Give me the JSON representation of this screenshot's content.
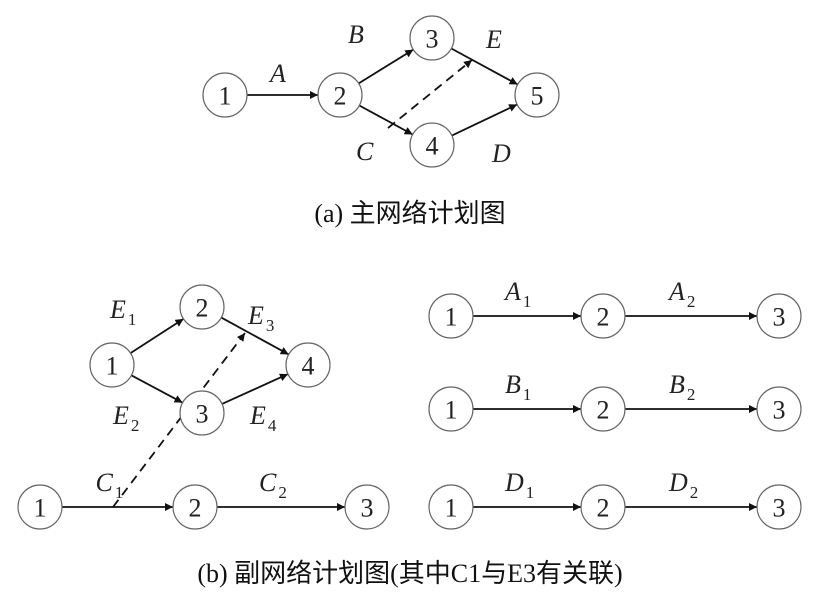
{
  "diagram_a": {
    "caption": "(a) 主网络计划图",
    "nodes": [
      "1",
      "2",
      "3",
      "4",
      "5"
    ],
    "edges": [
      {
        "from": "1",
        "to": "2",
        "label": "A",
        "sub": ""
      },
      {
        "from": "2",
        "to": "3",
        "label": "B",
        "sub": ""
      },
      {
        "from": "2",
        "to": "4",
        "label": "C",
        "sub": ""
      },
      {
        "from": "3",
        "to": "5",
        "label": "E",
        "sub": ""
      },
      {
        "from": "4",
        "to": "5",
        "label": "D",
        "sub": ""
      }
    ]
  },
  "diagram_b": {
    "caption": "(b) 副网络计划图(其中C1与E3有关联)",
    "subnet_E": {
      "nodes": [
        "1",
        "2",
        "3",
        "4"
      ],
      "edges": [
        {
          "label": "E",
          "sub": "1"
        },
        {
          "label": "E",
          "sub": "2"
        },
        {
          "label": "E",
          "sub": "3"
        },
        {
          "label": "E",
          "sub": "4"
        }
      ]
    },
    "subnet_C": {
      "nodes": [
        "1",
        "2",
        "3"
      ],
      "edges": [
        {
          "label": "C",
          "sub": "1"
        },
        {
          "label": "C",
          "sub": "2"
        }
      ]
    },
    "subnet_A": {
      "nodes": [
        "1",
        "2",
        "3"
      ],
      "edges": [
        {
          "label": "A",
          "sub": "1"
        },
        {
          "label": "A",
          "sub": "2"
        }
      ]
    },
    "subnet_B": {
      "nodes": [
        "1",
        "2",
        "3"
      ],
      "edges": [
        {
          "label": "B",
          "sub": "1"
        },
        {
          "label": "B",
          "sub": "2"
        }
      ]
    },
    "subnet_D": {
      "nodes": [
        "1",
        "2",
        "3"
      ],
      "edges": [
        {
          "label": "D",
          "sub": "1"
        },
        {
          "label": "D",
          "sub": "2"
        }
      ]
    }
  }
}
